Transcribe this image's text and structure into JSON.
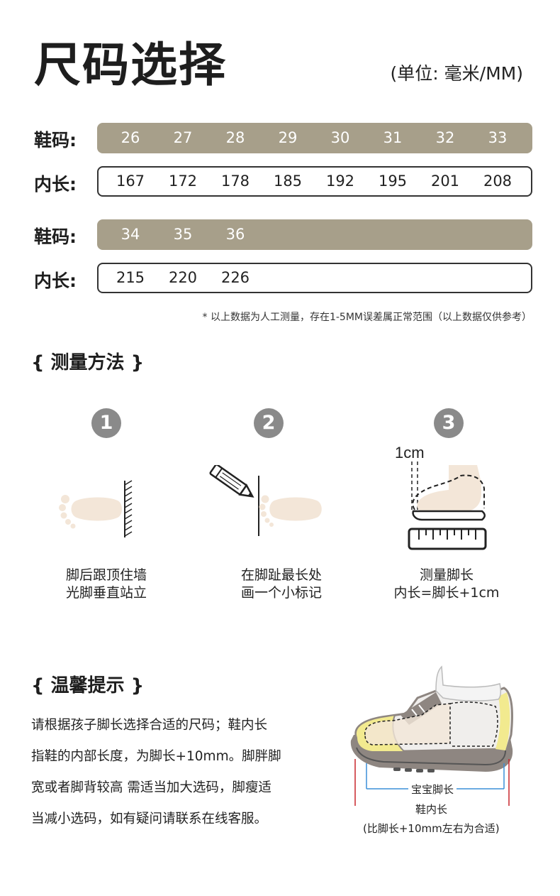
{
  "title": "尺码选择",
  "unit": "(单位: 毫米/MM)",
  "size_label": "鞋码:",
  "length_label": "内长:",
  "table1": {
    "sizes": [
      "26",
      "27",
      "28",
      "29",
      "30",
      "31",
      "32",
      "33"
    ],
    "lengths": [
      "167",
      "172",
      "178",
      "185",
      "192",
      "195",
      "201",
      "208"
    ]
  },
  "table2": {
    "sizes": [
      "34",
      "35",
      "36"
    ],
    "lengths": [
      "215",
      "220",
      "226"
    ]
  },
  "note": "* 以上数据为人工测量，存在1-5MM误差属正常范围（以上数据仅供参考）",
  "measure": {
    "title": "{ 测量方法 }",
    "steps": [
      {
        "num": "1",
        "line1": "脚后跟顶住墙",
        "line2": "光脚垂直站立"
      },
      {
        "num": "2",
        "line1": "在脚趾最长处",
        "line2": "画一个小标记"
      },
      {
        "num": "3",
        "line1": "测量脚长",
        "line2": "内长=脚长+1cm"
      }
    ],
    "cm_label": "1cm"
  },
  "tips": {
    "title": "{ 温馨提示 }",
    "lines": [
      "请根据孩子脚长选择合适的尺码；鞋内长",
      "指鞋的内部长度，为脚长+10mm。脚胖脚",
      "宽或者脚背较高 需适当加大选码，脚瘦适",
      "当减小选码，如有疑问请联系在线客服。"
    ]
  },
  "shoe_labels": {
    "foot": "宝宝脚长",
    "inner": "鞋内长",
    "note": "(比脚长+10mm左右为合适)"
  },
  "colors": {
    "size_bar": "#a79f8a",
    "step_circle": "#8a8a8a",
    "foot": "#f3e6d8",
    "shoe_accent": "#f2ea8f",
    "foot_line": "#3b8fd9",
    "inner_line": "#c9242b"
  }
}
